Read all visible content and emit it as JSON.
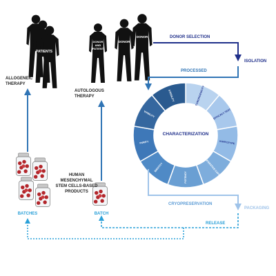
{
  "figure": {
    "people": {
      "patients_label": "PATIENTS",
      "donor_and_patient_label": "DONOR AND PATIENT",
      "donor_label_1": "DONOR",
      "donor_label_2": "DONOR"
    },
    "therapies": {
      "allogeneic": [
        "ALLOGENEIC",
        "THERAPY"
      ],
      "autologous": [
        "AUTOLOGOUS",
        "THERAPY"
      ]
    },
    "process": {
      "donor_selection": "DONOR SELECTION",
      "isolation": "ISOLATION",
      "processed": "PROCESSED",
      "cryopreservation": "CRYOPRESERVATION",
      "packaging": "PACKAGING",
      "release": "RELEASE"
    },
    "wheel": {
      "center_label": "CHARACTERIZATION",
      "segments": [
        "TUMORIGENICITY",
        "EFFICACY TEST",
        "KARYOTYPE",
        "PROLIFERATIVE CAPACITY",
        "POTENCY",
        "IDENTITY",
        "PURITY",
        "VIABILITY",
        "STERILITY"
      ]
    },
    "product": {
      "title_lines": [
        "HUMAN",
        "MESENCHYMAL",
        "STEM CELLS-BASED",
        "PRODUCTS"
      ],
      "batches_label": "BATCHES",
      "batch_label": "BATCH"
    },
    "colors": {
      "navy": "#1f2f8a",
      "mid_blue": "#2a6fb0",
      "light_blue": "#5b9bd5",
      "pale_blue": "#9fc3e9",
      "arrow_blue": "#2f74b5",
      "cyan_text": "#2aa0d8",
      "silhouette": "#111111",
      "pill_red": "#b3262b"
    }
  }
}
